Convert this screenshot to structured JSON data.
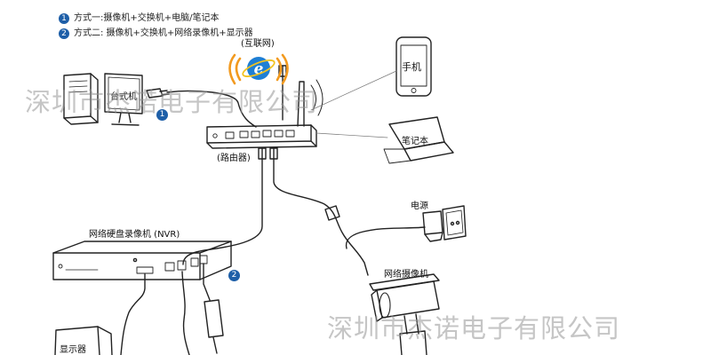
{
  "legend": {
    "mode1_badge": "1",
    "mode1_text": "方式一:摄像机+交换机+电脑/笔记本",
    "mode2_badge": "2",
    "mode2_text": "方式二: 摄像机+交换机+网络录像机+显示器"
  },
  "labels": {
    "internet": "(互联网)",
    "desktop": "台式机",
    "phone": "手机",
    "router": "(路由器)",
    "laptop": "笔记本",
    "power": "电源",
    "nvr": "网络硬盘录像机 (NVR)",
    "camera": "网络摄像机",
    "monitor": "显示器"
  },
  "markers": {
    "marker1": "1",
    "marker2": "2"
  },
  "watermark": {
    "text_top": "深圳市杰诺电子有限公司",
    "text_bottom": "深圳市杰诺电子有限公司"
  },
  "colors": {
    "line": "#222222",
    "badge": "#1e5fa8",
    "ie_blue": "#1f7fd4",
    "wave_orange": "#f29a1f"
  },
  "icons": {
    "internet": "ie-logo-icon",
    "wifi": "wifi-waves-icon"
  }
}
